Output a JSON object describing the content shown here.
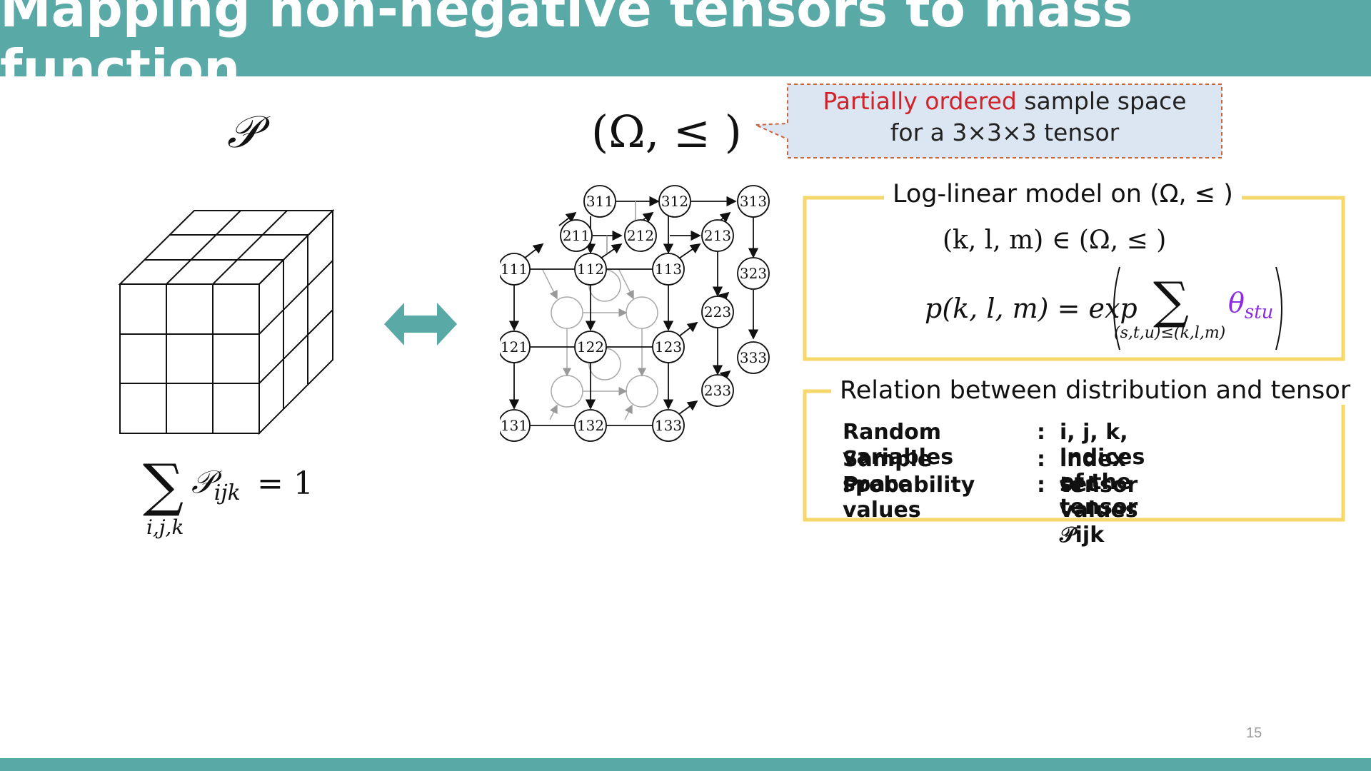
{
  "title": "Mapping non-negative tensors to mass function",
  "page_number": "15",
  "left": {
    "symbol": "𝒫",
    "sum_symbol": "∑",
    "sum_subscript": "i,j,k",
    "sum_body": "𝒫",
    "sum_body_sub": "ijk",
    "sum_rhs": "= 1"
  },
  "middle": {
    "symbol": "(Ω,  ≤ )",
    "nodes": [
      "311",
      "312",
      "313",
      "211",
      "212",
      "213",
      "111",
      "112",
      "113",
      "323",
      "223",
      "121",
      "122",
      "123",
      "333",
      "233",
      "131",
      "132",
      "133"
    ]
  },
  "callout": {
    "highlight": "Partially ordered",
    "rest": "sample space",
    "line2": "for a 3×3×3 tensor",
    "highlight_color": "#d1232a"
  },
  "loglinear": {
    "title": "Log-linear model on  (Ω,  ≤ )",
    "membership": "(k, l, m) ∈ (Ω,  ≤ )",
    "lhs": "p(k, l, m) = exp",
    "sum_symbol": "∑",
    "sum_sub": "(s,t,u)≤(k,l,m)",
    "theta": "θ",
    "theta_sub": "stu",
    "theta_color": "#8a2be2"
  },
  "relation": {
    "title": "Relation between distribution and tensor",
    "rows": [
      {
        "label": "Random variables",
        "colon": ":",
        "value": "i, j, k, indices of the tensor"
      },
      {
        "label": "Sample space",
        "colon": ":",
        "value": "index set"
      },
      {
        "label": "Probability values",
        "colon": ":",
        "value": "tensor values 𝒫ijk"
      }
    ]
  },
  "colors": {
    "accent": "#59a9a7",
    "frame": "#f5d76a",
    "callout_bg": "#dce6f2",
    "callout_border": "#c8643c"
  }
}
